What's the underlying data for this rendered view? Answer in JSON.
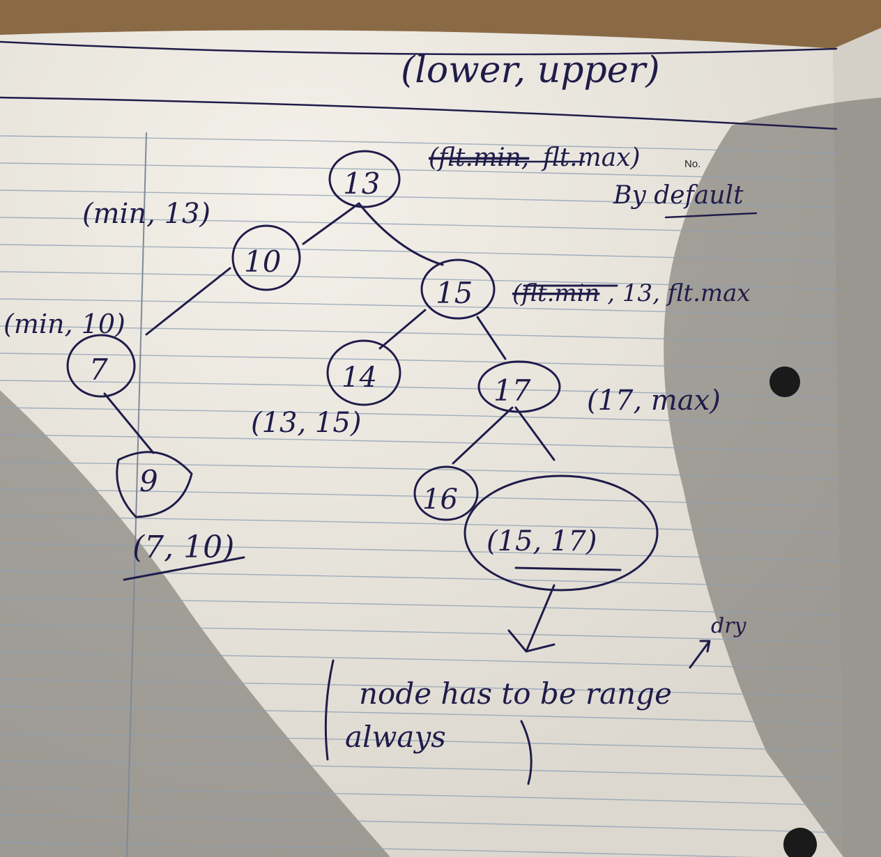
{
  "title": "(lower, upper)",
  "root_note": {
    "strike": "(flt.min,",
    "text": "flt.max)",
    "sub": "By default"
  },
  "printed_mark": "No.",
  "nodes": [
    {
      "id": "n13",
      "label": "13"
    },
    {
      "id": "n10",
      "label": "10"
    },
    {
      "id": "n15",
      "label": "15"
    },
    {
      "id": "n7",
      "label": "7"
    },
    {
      "id": "n14",
      "label": "14"
    },
    {
      "id": "n17",
      "label": "17"
    },
    {
      "id": "n9",
      "label": "9"
    },
    {
      "id": "n16",
      "label": "16"
    }
  ],
  "ranges": {
    "n10": "(min, 13)",
    "n7": "(min, 10)",
    "n15_strike": "(flt.min",
    "n15": ", 13, flt.max",
    "n17": "(17, max)",
    "n14": "(13, 15)",
    "n9": "(7, 10)",
    "n16": "(15, 17)"
  },
  "note": {
    "line1": "node has to be range",
    "insert": "dry",
    "line2": "always"
  },
  "colors": {
    "paper": "#ece8df",
    "shadow": "#6f6c67",
    "ink": "#1f1c4a",
    "rule": "#8f9fb3",
    "margin": "#7f8a96",
    "wood": "#8a6a45"
  }
}
